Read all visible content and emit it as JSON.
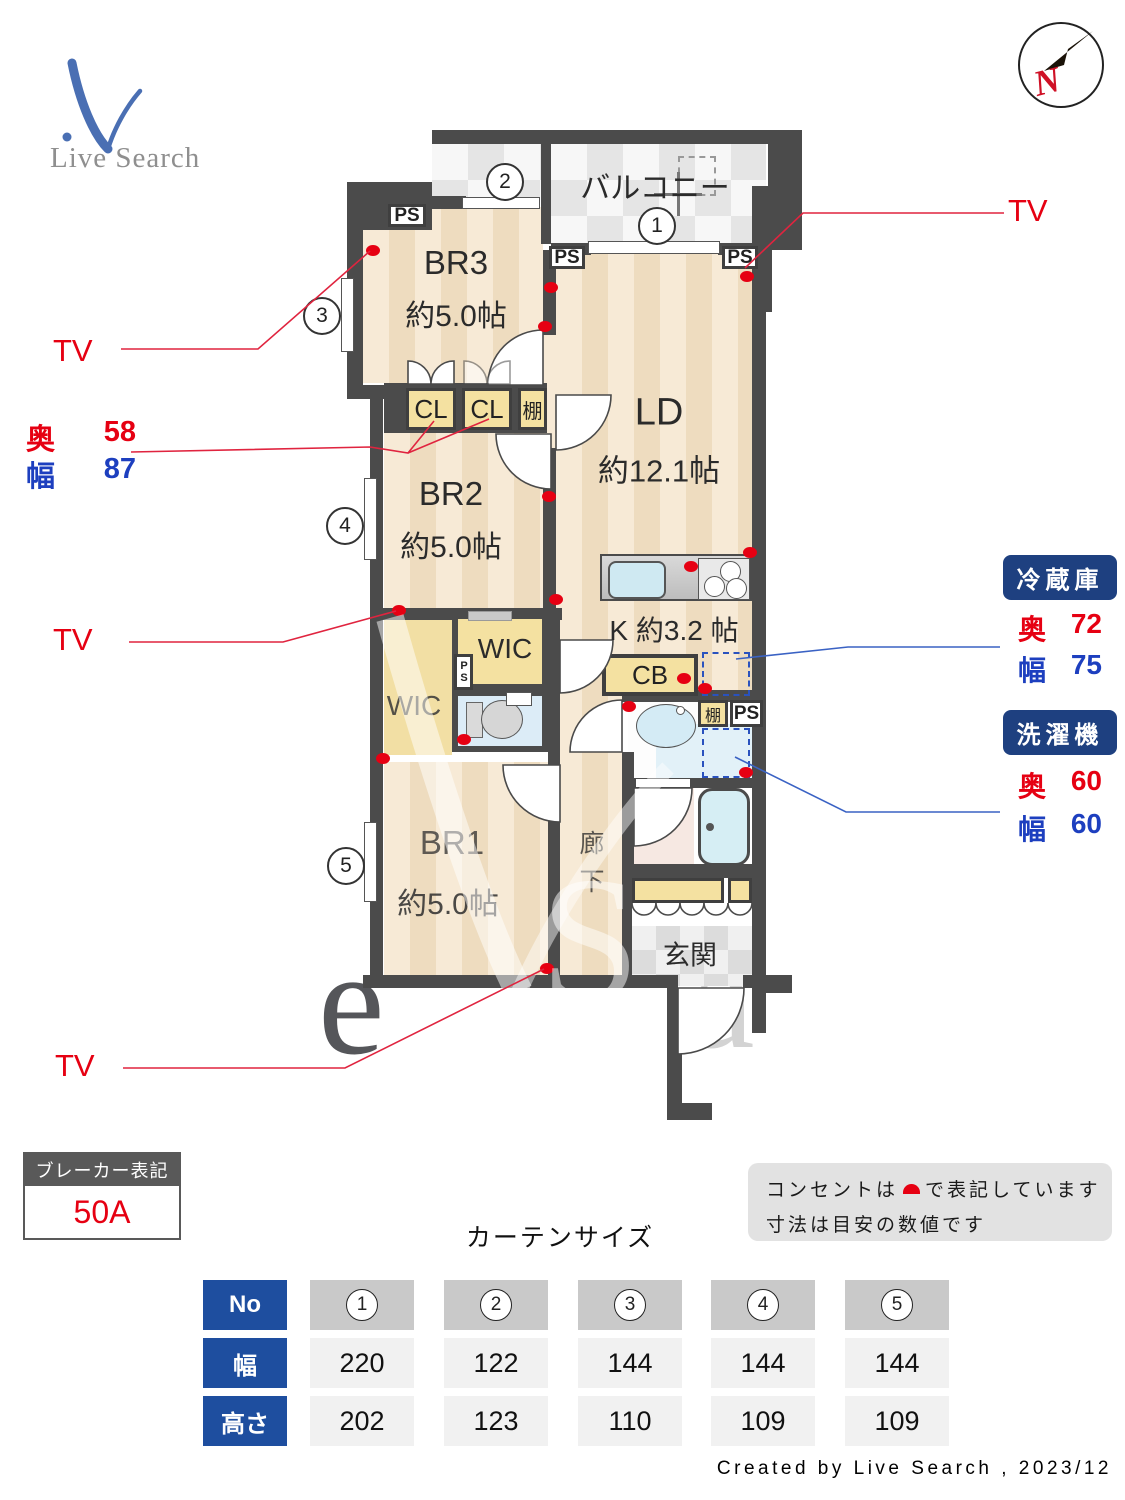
{
  "logo": {
    "brand": "Live Search"
  },
  "compass": {
    "north": "N"
  },
  "plan": {
    "balcony": "バルコニー",
    "rooms": {
      "br3": {
        "name": "BR3",
        "size": "約5.0帖"
      },
      "br2": {
        "name": "BR2",
        "size": "約5.0帖"
      },
      "br1": {
        "name": "BR1",
        "size": "約5.0帖"
      },
      "ld": {
        "name": "LD",
        "size": "約12.1帖"
      },
      "kitchen": "K 約3.2 帖",
      "corridor_char1": "廊",
      "corridor_char2": "下",
      "entrance": "玄関"
    },
    "labels": {
      "ps": "PS",
      "cl": "CL",
      "shelf": "棚",
      "cb": "CB",
      "wic": "WIC"
    },
    "markers": {
      "m1": "1",
      "m2": "2",
      "m3": "3",
      "m4": "4",
      "m5": "5"
    }
  },
  "annotations": {
    "tv": "TV",
    "closet": {
      "depth_label": "奥",
      "depth_value": "58",
      "width_label": "幅",
      "width_value": "87"
    }
  },
  "appliances": {
    "fridge": {
      "title": "冷蔵庫",
      "depth_label": "奥",
      "depth_value": "72",
      "width_label": "幅",
      "width_value": "75"
    },
    "washer": {
      "title": "洗濯機",
      "depth_label": "奥",
      "depth_value": "60",
      "width_label": "幅",
      "width_value": "60"
    }
  },
  "breaker": {
    "title": "ブレーカー表記",
    "value": "50A"
  },
  "notes": {
    "line1_pre": "コンセントは",
    "line1_post": "で表記しています",
    "line2": "寸法は目安の数値です"
  },
  "curtain": {
    "title": "カーテンサイズ",
    "row_headers": {
      "no": "No",
      "width": "幅",
      "height": "高さ"
    },
    "columns": [
      {
        "no": "1",
        "width": "220",
        "height": "202"
      },
      {
        "no": "2",
        "width": "122",
        "height": "123"
      },
      {
        "no": "3",
        "width": "144",
        "height": "110"
      },
      {
        "no": "4",
        "width": "144",
        "height": "109"
      },
      {
        "no": "5",
        "width": "144",
        "height": "109"
      }
    ]
  },
  "watermark": {
    "letter_e": "e",
    "letter_s": "S",
    "letter_a": "a"
  },
  "footer": {
    "credit": "Created by Live Search , 2023/12"
  },
  "colors": {
    "wall": "#4b4b4b",
    "accent_red": "#e60012",
    "accent_blue": "#1d3fbf",
    "navy_header": "#1e4e9f",
    "appliance_navy": "#1e4080",
    "floor_beige": "#f7ead6",
    "floor_beige_stripe": "#eedcbf",
    "closet_yellow": "#f4e1a1",
    "toilet_blue": "#dcecf7",
    "bath_pink": "#f6e8e2",
    "tub_blue": "#d6eef4"
  }
}
